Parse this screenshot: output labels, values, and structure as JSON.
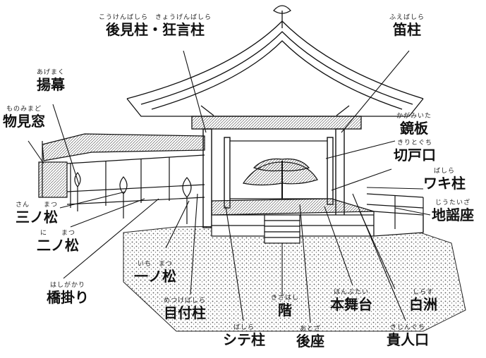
{
  "labels": {
    "koken": {
      "ruby": "こうけんばしら　きょうげんばしら",
      "text": "後見柱・狂言柱"
    },
    "fue": {
      "ruby": "ふえばしら",
      "text": "笛柱"
    },
    "agemaku": {
      "ruby": "あげまく",
      "text": "揚幕"
    },
    "monomi": {
      "ruby": "ものみまど",
      "text": "物見窓"
    },
    "kagami": {
      "ruby": "かがみいた",
      "text": "鏡板"
    },
    "kirido": {
      "ruby": "きりとぐち",
      "text": "切戸口"
    },
    "waki": {
      "ruby": "ばしら",
      "text": "ワキ柱"
    },
    "jiutai": {
      "ruby": "じうたいざ",
      "text": "地謡座"
    },
    "sannomatsu": {
      "ruby": "さん　　まつ",
      "text": "三ノ松"
    },
    "ninomatsu": {
      "ruby": "に　　まつ",
      "text": "二ノ松"
    },
    "ichinomatsu": {
      "ruby": "いち　まつ",
      "text": "一ノ松"
    },
    "hashigakari": {
      "ruby": "はしがかり",
      "text": "橋掛り"
    },
    "metsuke": {
      "ruby": "めつけばしら",
      "text": "目付柱"
    },
    "shite": {
      "ruby": "ばしら",
      "text": "シテ柱"
    },
    "kizahashi": {
      "ruby": "きざはし",
      "text": "階"
    },
    "atoza": {
      "ruby": "あとざ",
      "text": "後座"
    },
    "honbutai": {
      "ruby": "ほんぶたい",
      "text": "本舞台"
    },
    "shirasu": {
      "ruby": "しらす",
      "text": "白洲"
    },
    "kijinguchi": {
      "ruby": "きじんぐち",
      "text": "貴人口"
    }
  },
  "colors": {
    "ink": "#111111",
    "gravel": "#9a9a9a",
    "paper": "#ffffff"
  }
}
